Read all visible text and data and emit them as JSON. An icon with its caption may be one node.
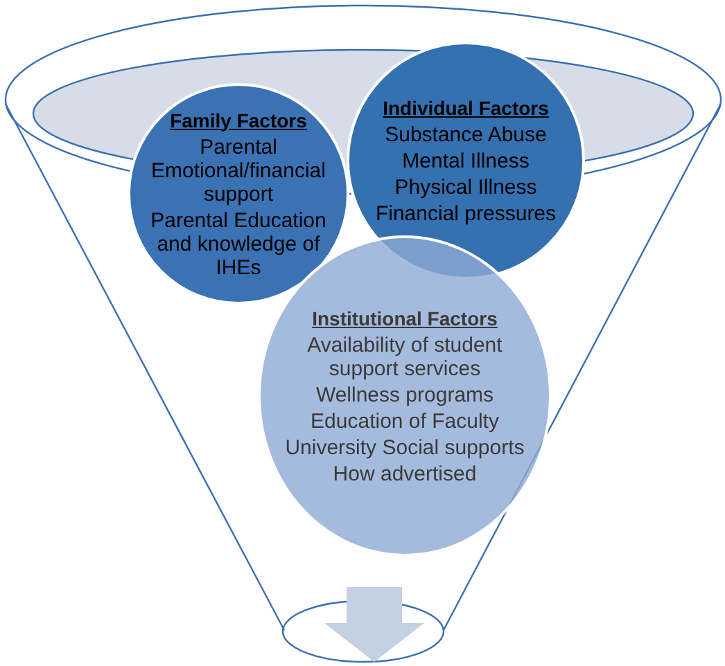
{
  "diagram": {
    "nodes": [
      {
        "text": [
          "Family Factors",
          "Parental Emotional/financial support",
          "Parental Education and knowledge of IHEs"
        ]
      },
      {
        "text": [
          "Individual Factors",
          "Substance Abuse",
          "Mental Illness",
          "Physical Illness",
          "Financial pressures"
        ]
      },
      {
        "text": [
          "Institutional Factors",
          "Availability of student support services",
          "Wellness programs",
          "Education of Faculty",
          "University Social supports",
          "How advertised"
        ]
      }
    ],
    "edges": []
  }
}
